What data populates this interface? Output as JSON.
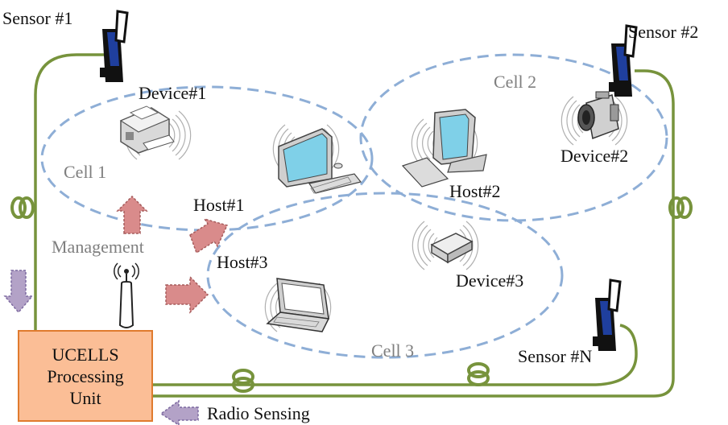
{
  "sensors": {
    "s1": "Sensor #1",
    "s2": "Sensor #2",
    "sN": "Sensor #N"
  },
  "cells": {
    "c1": "Cell 1",
    "c2": "Cell 2",
    "c3": "Cell 3"
  },
  "devices": {
    "d1": "Device#1",
    "d2": "Device#2",
    "d3": "Device#3"
  },
  "hosts": {
    "h1": "Host#1",
    "h2": "Host#2",
    "h3": "Host#3"
  },
  "management": "Management",
  "processing_unit": {
    "line1": "UCELLS",
    "line2": "Processing",
    "line3": "Unit"
  },
  "legend": {
    "radio_sensing": "Radio Sensing"
  },
  "colors": {
    "fiber": "#77933c",
    "cell_border": "#8eaed6",
    "unit_fill": "#fbbe96",
    "unit_border": "#e07b2e",
    "management_arrow": "#d98b8b",
    "sensing_arrow": "#b3a2c7",
    "sensor_blue": "#1f3f9e"
  },
  "icons": [
    "printer-icon",
    "camcorder-icon",
    "desktop-computer-icon",
    "modem-icon",
    "laptop-icon",
    "antenna-icon",
    "sensor-icon",
    "radio-wave-icon",
    "fiber-coil-icon"
  ]
}
